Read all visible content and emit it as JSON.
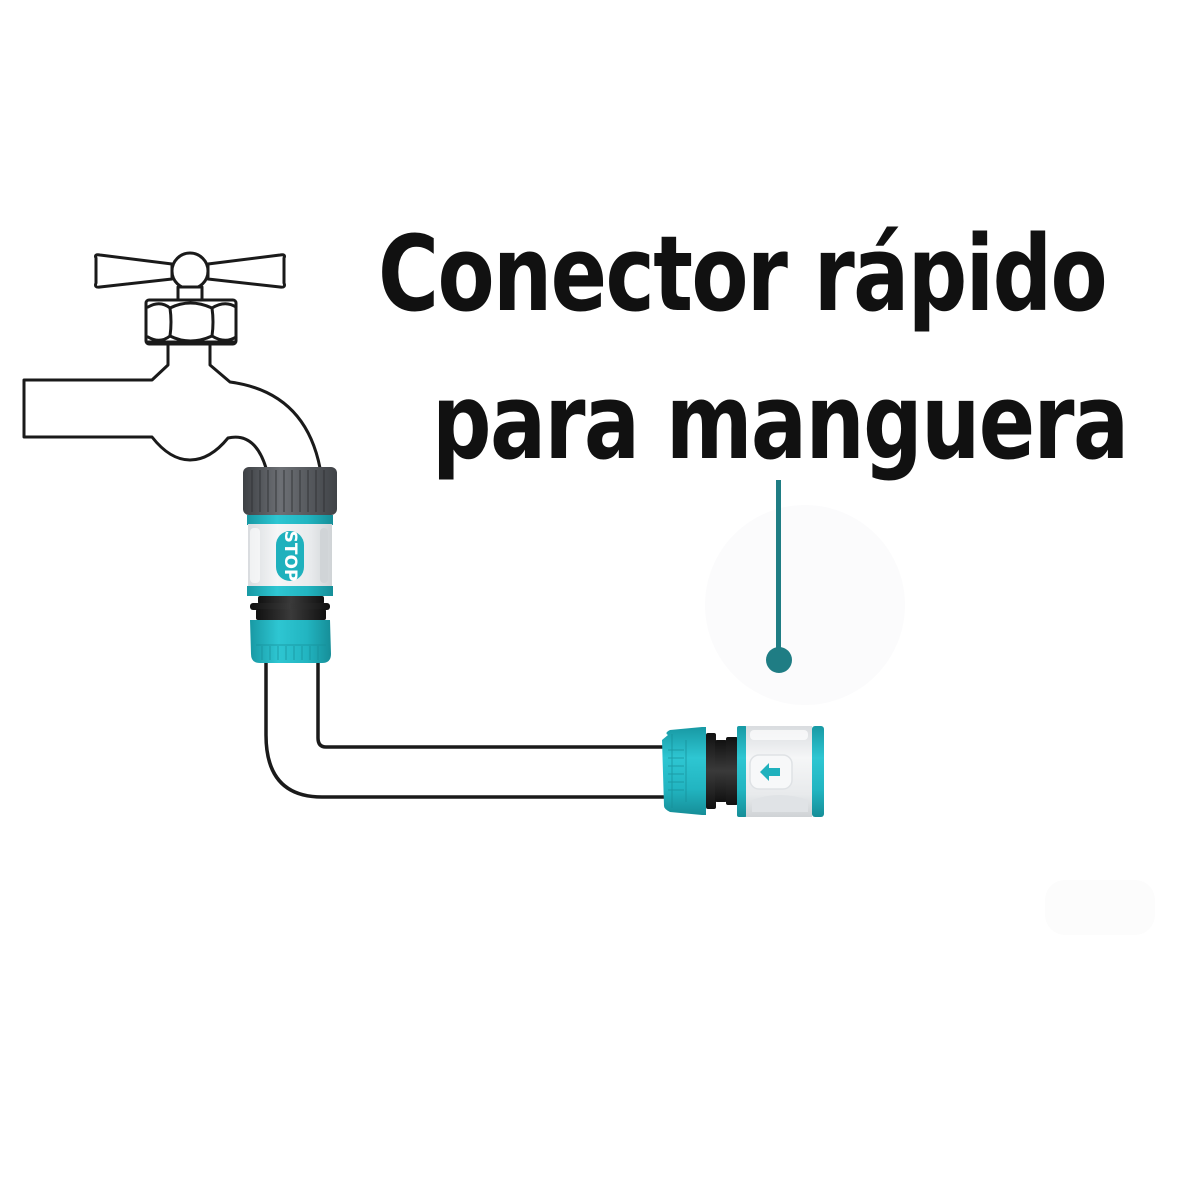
{
  "title": {
    "line1": "Conector rápido",
    "line2": "para manguera"
  },
  "connector_top": {
    "badge_label": "STOP",
    "badge_icon": "stop-badge"
  },
  "connector_bottom": {
    "badge_icon": "arrow-left-icon"
  },
  "colors": {
    "teal": "#1fb1bd",
    "teal_dark": "#1a7f86",
    "leader_line": "#1f7d84",
    "gray_cap": "#5b5e62",
    "body_white": "#eef0f2",
    "outline": "#1a1a1a"
  }
}
